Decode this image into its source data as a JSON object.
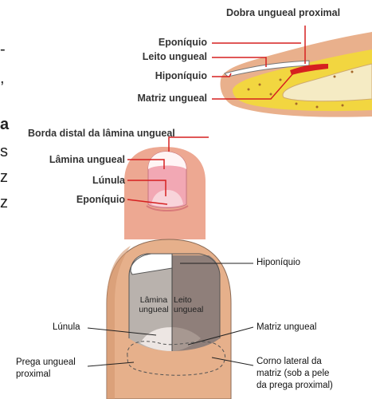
{
  "page_fragments": [
    "-",
    ",",
    "a",
    "s",
    "z",
    "z"
  ],
  "figure1": {
    "labels": {
      "dobra": "Dobra ungueal proximal",
      "eponiquio": "Eponíquio",
      "leito": "Leito ungueal",
      "hiponiquio": "Hiponíquio",
      "matriz": "Matriz ungueal"
    }
  },
  "figure2": {
    "labels": {
      "borda": "Borda distal da lâmina ungueal",
      "lamina": "Lâmina ungueal",
      "lunula": "Lúnula",
      "eponiquio": "Eponíquio"
    }
  },
  "figure3": {
    "labels": {
      "hiponiquio": "Hiponíquio",
      "lamina_line1": "Lâmina",
      "lamina_line2": "ungueal",
      "leito_line1": "Leito",
      "leito_line2": "ungueal",
      "lunula": "Lúnula",
      "matriz": "Matriz ungueal",
      "prega_line1": "Prega ungueal",
      "prega_line2": "proximal",
      "corno_line1": "Corno lateral da",
      "corno_line2": "matriz (sob a pele",
      "corno_line3": "da prega proximal)"
    }
  },
  "colors": {
    "skin": "#e9b08c",
    "fat": "#f2d640",
    "nail_red": "#d62020",
    "leito_gray": "#8f7f7a",
    "lamina_gray": "#b9b2ad",
    "label_text": "#333333"
  }
}
